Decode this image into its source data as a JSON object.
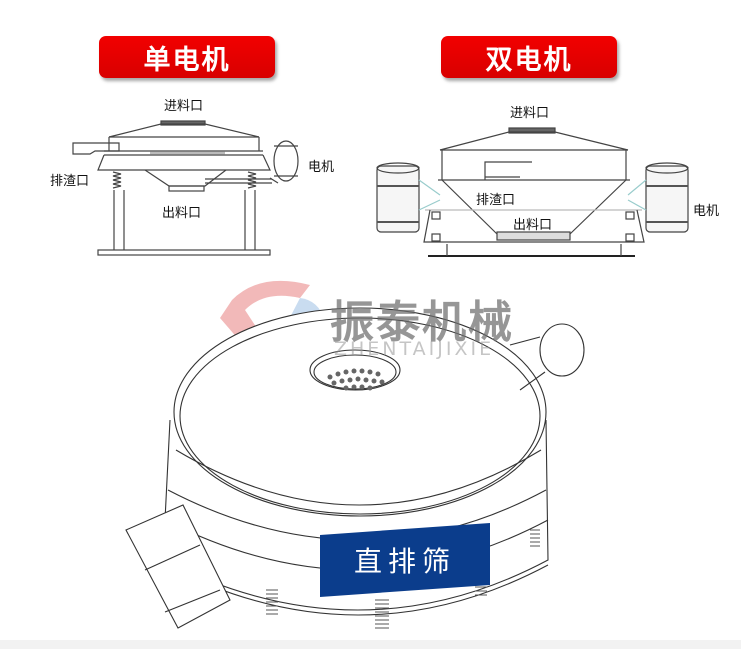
{
  "single_motor": {
    "title": "单电机",
    "labels": {
      "inlet": "进料口",
      "slag_outlet": "排渣口",
      "motor": "电机",
      "outlet": "出料口"
    }
  },
  "dual_motor": {
    "title": "双电机",
    "labels": {
      "inlet": "进料口",
      "slag_outlet": "排渣口",
      "motor": "电机",
      "outlet": "出料口"
    }
  },
  "product": {
    "name_plate": "直排筛",
    "watermark_cn": "振泰机械",
    "watermark_en": "ZHENTAIJIXIE"
  },
  "colors": {
    "badge_red": "#e60000",
    "plate_blue": "#0b3d8c",
    "line": "#333333"
  }
}
